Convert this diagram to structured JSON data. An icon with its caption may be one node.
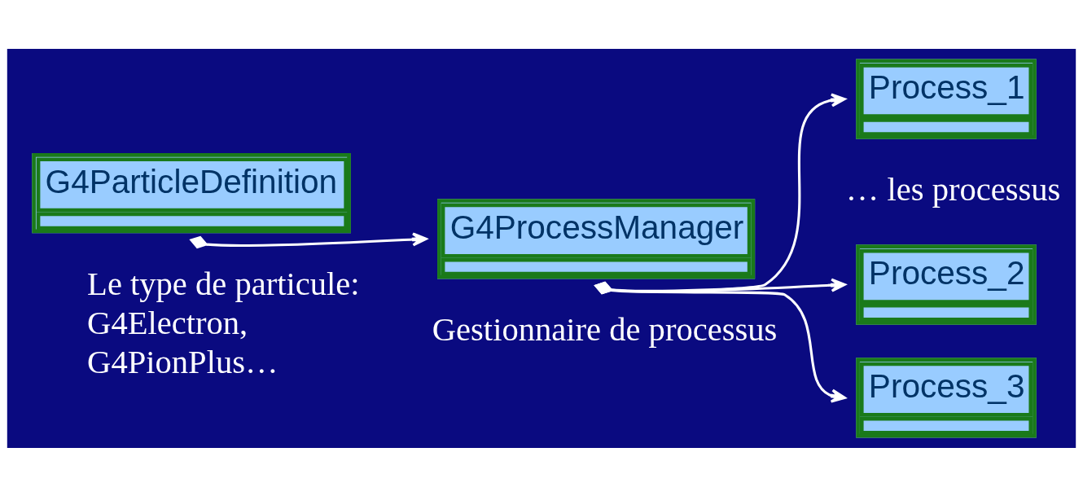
{
  "diagram": {
    "nodes": [
      {
        "text": [
          "G4ParticleDefinition"
        ],
        "beside": [
          "Le type de particule:",
          "G4Electron,",
          "G4PionPlus…"
        ]
      },
      {
        "text": [
          "G4ProcessManager"
        ],
        "beside": [
          "Gestionnaire de processus"
        ]
      },
      {
        "text": [
          "Process_1"
        ],
        "beside": [
          "… les processus"
        ]
      },
      {
        "text": [
          "Process_2"
        ]
      },
      {
        "text": [
          "Process_3"
        ]
      }
    ],
    "edges": [
      {
        "from": 0,
        "to": 1,
        "arrow": "to"
      },
      {
        "from": 1,
        "to": 2,
        "arrow": "to"
      },
      {
        "from": 1,
        "to": 3,
        "arrow": "to"
      },
      {
        "from": 1,
        "to": 4,
        "arrow": "to"
      }
    ]
  }
}
